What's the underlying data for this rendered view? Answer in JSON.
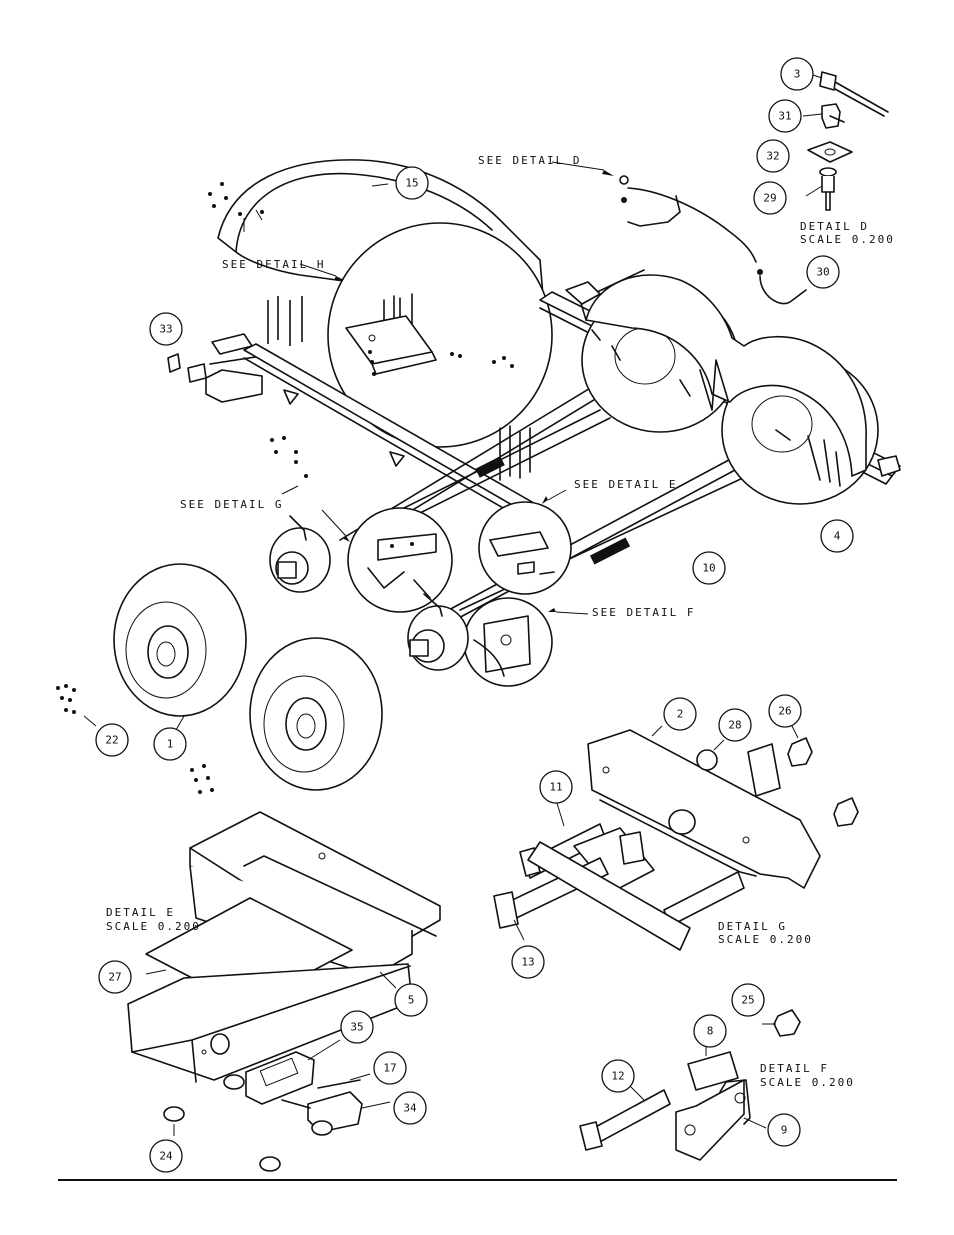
{
  "callouts": [
    {
      "id": "c3",
      "number": "3"
    },
    {
      "id": "c31",
      "number": "31"
    },
    {
      "id": "c32",
      "number": "32"
    },
    {
      "id": "c29",
      "number": "29"
    },
    {
      "id": "c30",
      "number": "30"
    },
    {
      "id": "c15",
      "number": "15"
    },
    {
      "id": "c33",
      "number": "33"
    },
    {
      "id": "c4",
      "number": "4"
    },
    {
      "id": "c10",
      "number": "10"
    },
    {
      "id": "c22",
      "number": "22"
    },
    {
      "id": "c1",
      "number": "1"
    },
    {
      "id": "c2",
      "number": "2"
    },
    {
      "id": "c28",
      "number": "28"
    },
    {
      "id": "c26",
      "number": "26"
    },
    {
      "id": "c11",
      "number": "11"
    },
    {
      "id": "c13",
      "number": "13"
    },
    {
      "id": "c27",
      "number": "27"
    },
    {
      "id": "c5",
      "number": "5"
    },
    {
      "id": "c35",
      "number": "35"
    },
    {
      "id": "c17",
      "number": "17"
    },
    {
      "id": "c34",
      "number": "34"
    },
    {
      "id": "c24",
      "number": "24"
    },
    {
      "id": "c25",
      "number": "25"
    },
    {
      "id": "c8",
      "number": "8"
    },
    {
      "id": "c12",
      "number": "12"
    },
    {
      "id": "c9",
      "number": "9"
    }
  ],
  "labels": {
    "see_detail_d": "SEE DETAIL  D",
    "see_detail_h": "SEE DETAIL  H",
    "see_detail_g": "SEE DETAIL  G",
    "see_detail_e": "SEE DETAIL  E",
    "see_detail_f": "SEE DETAIL  F",
    "detail_d_title": "DETAIL  D",
    "detail_d_scale": "SCALE  0.200",
    "detail_e_title": "DETAIL  E",
    "detail_e_scale": "SCALE  0.200",
    "detail_g_title": "DETAIL  G",
    "detail_g_scale": "SCALE  0.200",
    "detail_f_title": "DETAIL  F",
    "detail_f_scale": "SCALE  0.200"
  }
}
